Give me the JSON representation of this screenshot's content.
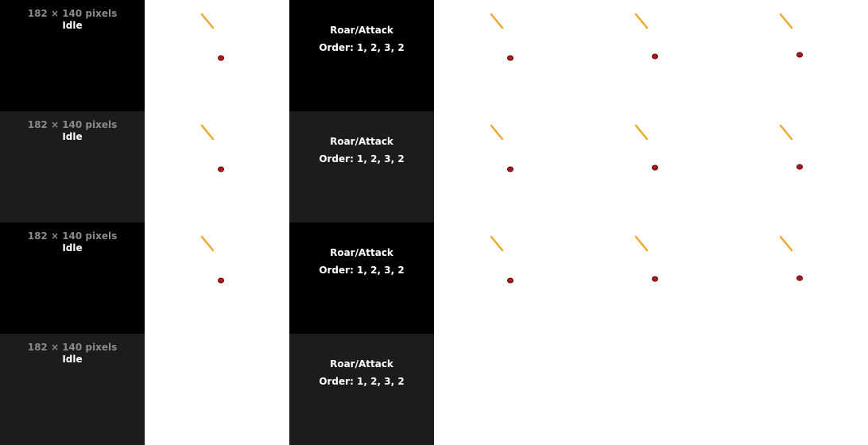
{
  "sheet": {
    "rows": [
      {
        "size": "182 × 140 pixels",
        "idle_label": "Idle",
        "anim_name": "Roar/Attack",
        "anim_order": "Order: 1, 2, 3, 2"
      },
      {
        "size": "182 × 140 pixels",
        "idle_label": "Idle",
        "anim_name": "Roar/Attack",
        "anim_order": "Order: 1, 2, 3, 2"
      },
      {
        "size": "182 × 140 pixels",
        "idle_label": "Idle",
        "anim_name": "Roar/Attack",
        "anim_order": "Order: 1, 2, 3, 2"
      },
      {
        "size": "182 × 140 pixels",
        "idle_label": "Idle",
        "anim_name": "Roar/Attack",
        "anim_order": "Order: 1, 2, 3, 2"
      }
    ]
  },
  "colors": {
    "dark_row_bg": "#000000",
    "gray_row_bg": "#1c1c1c",
    "frame_bg": "#ffffff",
    "stick": "#f0a830",
    "blob": "#b01818"
  },
  "sprites": {
    "parts": [
      "stick-sprite",
      "red-blob-sprite"
    ]
  }
}
